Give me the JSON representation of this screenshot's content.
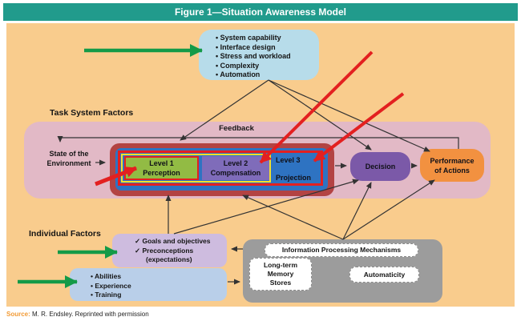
{
  "title": "Figure 1—Situation Awareness Model",
  "top_factors_box": {
    "items": [
      "• System capability",
      "• Interface design",
      "• Stress and workload",
      "• Complexity",
      "• Automation"
    ]
  },
  "labels": {
    "task_system_factors": "Task System Factors",
    "individual_factors": "Individual Factors",
    "feedback": "Feedback",
    "state_of_environment_line1": "State of the",
    "state_of_environment_line2": "Environment"
  },
  "sa_box": {
    "level1": {
      "line1": "Level 1",
      "line2": "Perception"
    },
    "level2": {
      "line1": "Level 2",
      "line2": "Compensation"
    },
    "level3": {
      "line1": "Level 3",
      "line2": "Projection"
    }
  },
  "decision_label": "Decision",
  "performance": {
    "line1": "Performance",
    "line2": "of Actions"
  },
  "goals_box": {
    "items": [
      "✓ Goals and objectives",
      "✓ Preconceptions",
      "(expectations)"
    ]
  },
  "abilities_box": {
    "items": [
      "• Abilities",
      "• Experience",
      "• Training"
    ]
  },
  "processing_box": {
    "title": "Information Processing Mechanisms",
    "long_term": {
      "line1": "Long-term",
      "line2": "Memory",
      "line3": "Stores"
    },
    "automaticity": "Automaticity"
  },
  "source": {
    "label": "Source:",
    "text": " M. R. Endsley. Reprinted with permission"
  },
  "colors": {
    "title_bar": "#219b8c",
    "canvas": "#f9cc8d",
    "pink_panel": "#e2b9c6",
    "sa_outer_maroon": "#b34343",
    "sa_inner_blue": "#2e73c2",
    "level1_green": "#92bb44",
    "level2_violet": "#7f6cba",
    "yellow_highlight": "#f2e02c",
    "red_annotation": "#e32020",
    "decision_purple": "#7b59a8",
    "performance_orange": "#f29140",
    "goals_lavender": "#cebcdf",
    "abilities_blue": "#b9cfe9",
    "top_factors_blue": "#b7dcea",
    "processing_gray": "#9c9c9c",
    "green_arrow": "#149a48",
    "connector_black": "#333333"
  }
}
